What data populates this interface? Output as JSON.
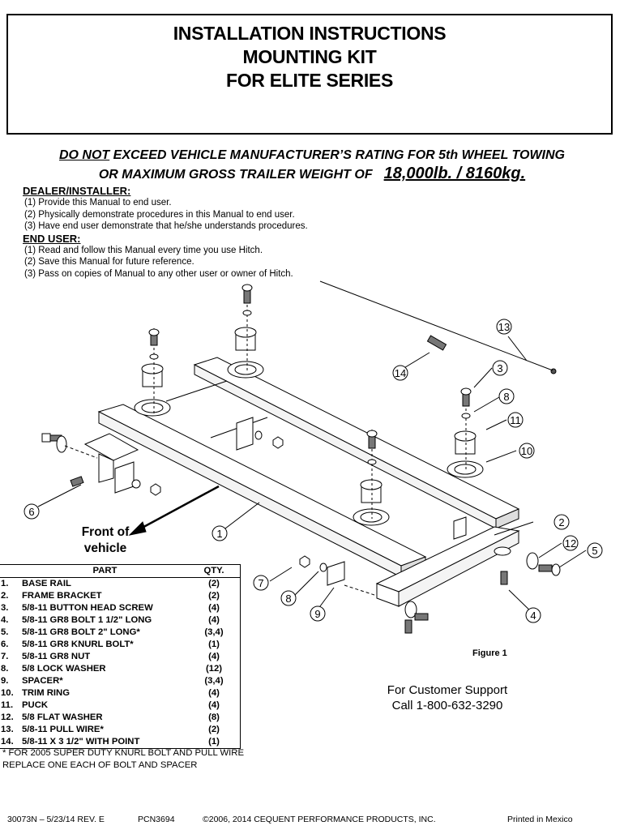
{
  "header": {
    "lines": [
      "INSTALLATION INSTRUCTIONS",
      "MOUNTING KIT",
      "FOR ELITE SERIES"
    ]
  },
  "warning": {
    "line1_emphasis": "DO NOT",
    "line1_rest": " EXCEED VEHICLE MANUFACTURER’S RATING FOR 5th WHEEL TOWING",
    "line2": "OR MAXIMUM GROSS TRAILER WEIGHT OF",
    "rating": "18,000lb. / 8160kg."
  },
  "dealer": {
    "heading": "DEALER/INSTALLER:",
    "items": [
      "(1) Provide this Manual to end user.",
      "(2) Physically demonstrate procedures in this Manual to end user.",
      "(3) Have end user demonstrate that he/she understands procedures."
    ]
  },
  "end_user": {
    "heading": "END USER:",
    "items": [
      "(1) Read and follow this Manual every time you use Hitch.",
      "(2) Save this Manual for future reference.",
      "(3) Pass on copies of Manual to any other user or owner of Hitch."
    ]
  },
  "diagram": {
    "front_label": [
      "Front of",
      "vehicle"
    ],
    "figure_label": "Figure 1",
    "callouts": [
      "1",
      "2",
      "3",
      "4",
      "5",
      "6",
      "7",
      "8",
      "9",
      "10",
      "11",
      "12",
      "13",
      "14"
    ]
  },
  "parts_table": {
    "headers": [
      "PART",
      "QTY."
    ],
    "rows": [
      {
        "num": "1.",
        "part": "BASE RAIL",
        "qty": "(2)"
      },
      {
        "num": "2.",
        "part": "FRAME BRACKET",
        "qty": "(2)"
      },
      {
        "num": "3.",
        "part": "5/8-11 BUTTON HEAD SCREW",
        "qty": "(4)"
      },
      {
        "num": "4.",
        "part": "5/8-11 GR8 BOLT 1 1/2\" LONG",
        "qty": "(4)"
      },
      {
        "num": "5.",
        "part": "5/8-11 GR8 BOLT 2\" LONG*",
        "qty": "(3,4)"
      },
      {
        "num": "6.",
        "part": "5/8-11 GR8 KNURL BOLT*",
        "qty": "(1)"
      },
      {
        "num": "7.",
        "part": "5/8-11 GR8 NUT",
        "qty": "(4)"
      },
      {
        "num": "8.",
        "part": "5/8 LOCK WASHER",
        "qty": "(12)"
      },
      {
        "num": "9.",
        "part": "SPACER*",
        "qty": "(3,4)"
      },
      {
        "num": "10.",
        "part": "TRIM RING",
        "qty": "(4)"
      },
      {
        "num": "11.",
        "part": "PUCK",
        "qty": "(4)"
      },
      {
        "num": "12.",
        "part": "5/8 FLAT WASHER",
        "qty": "(8)"
      },
      {
        "num": "13.",
        "part": "5/8-11 PULL WIRE*",
        "qty": "(2)"
      },
      {
        "num": "14.",
        "part": "5/8-11 X 3 1/2\" WITH POINT",
        "qty": "(1)"
      }
    ],
    "footnote": [
      "* FOR 2005 SUPER DUTY KNURL BOLT AND PULL WIRE",
      "REPLACE ONE EACH OF BOLT AND SPACER"
    ]
  },
  "support": {
    "line1": "For Customer Support",
    "line2": "Call 1-800-632-3290"
  },
  "footer": {
    "doc_id": "30073N – 5/23/14 REV. E",
    "pcn": "PCN3694",
    "copyright": "©2006, 2014 CEQUENT PERFORMANCE PRODUCTS, INC.",
    "printed": "Printed in Mexico"
  }
}
